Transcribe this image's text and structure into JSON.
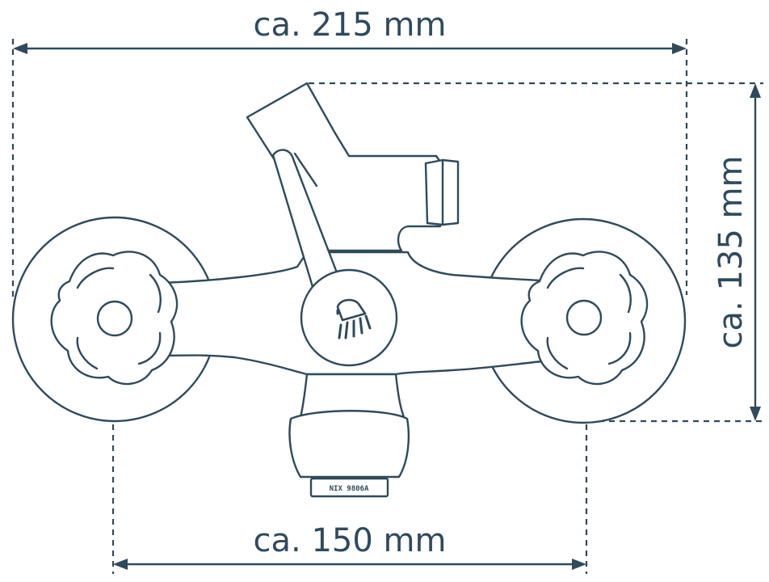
{
  "dimensions": {
    "total_width_label": "ca. 215 mm",
    "center_distance_label": "ca. 150 mm",
    "height_label": "ca. 135 mm"
  },
  "product": {
    "nozzle_marking": "NIX 9806A",
    "shower_icon": "shower-head-icon"
  },
  "colors": {
    "line": "#2f4a5b",
    "background": "#ffffff"
  }
}
